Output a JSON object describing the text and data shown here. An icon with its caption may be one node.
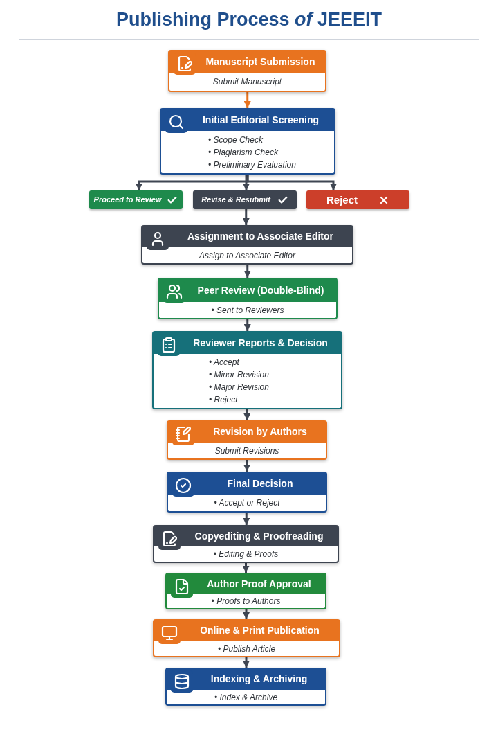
{
  "diagram": {
    "title": "Publishing Process *of* JEEEIT",
    "nodes": [
      {
        "text": [
          "Manuscript Submission",
          "Submit Manuscript"
        ]
      },
      {
        "text": [
          "Initial Editorial Screening",
          "• Scope Check",
          "• Plagiarism Check",
          "• Preliminary Evaluation"
        ]
      },
      {
        "text": [
          "Proceed to Review"
        ]
      },
      {
        "text": [
          "Revise & Resubmit"
        ]
      },
      {
        "text": [
          "Reject"
        ]
      },
      {
        "text": [
          "Assignment to Associate Editor",
          "Assign to Associate Editor"
        ]
      },
      {
        "text": [
          "Peer Review (Double-Blind)",
          "• Sent to Reviewers"
        ]
      },
      {
        "text": [
          "Reviewer Reports & Decision",
          "• Accept",
          "• Minor Revision",
          "• Major Revision",
          "• Reject"
        ]
      },
      {
        "text": [
          "Revision by Authors",
          "Submit Revisions"
        ]
      },
      {
        "text": [
          "Final Decision",
          "• Accept or Reject"
        ]
      },
      {
        "text": [
          "Copyediting & Proofreading",
          "• Editing & Proofs"
        ]
      },
      {
        "text": [
          "Author Proof Approval",
          "• Proofs to Authors"
        ]
      },
      {
        "text": [
          "Online & Print Publication",
          "• Publish Article"
        ]
      },
      {
        "text": [
          "Indexing & Archiving",
          "• Index & Archive"
        ]
      }
    ],
    "edges": [
      {
        "from": 0,
        "to": 1,
        "arrow": "to",
        "color": "#e8731f"
      },
      {
        "from": 1,
        "to": 2,
        "arrow": "to"
      },
      {
        "from": 1,
        "to": 3,
        "arrow": "to"
      },
      {
        "from": 1,
        "to": 4,
        "arrow": "to"
      },
      {
        "from": 3,
        "to": 5,
        "arrow": "to"
      },
      {
        "from": 5,
        "to": 6,
        "arrow": "to"
      },
      {
        "from": 6,
        "to": 7,
        "arrow": "to"
      },
      {
        "from": 7,
        "to": 8,
        "arrow": "to"
      },
      {
        "from": 8,
        "to": 9,
        "arrow": "to"
      },
      {
        "from": 9,
        "to": 10,
        "arrow": "to"
      },
      {
        "from": 10,
        "to": 11,
        "arrow": "to"
      },
      {
        "from": 11,
        "to": 12,
        "arrow": "to"
      },
      {
        "from": 12,
        "to": 13,
        "arrow": "to"
      }
    ]
  }
}
